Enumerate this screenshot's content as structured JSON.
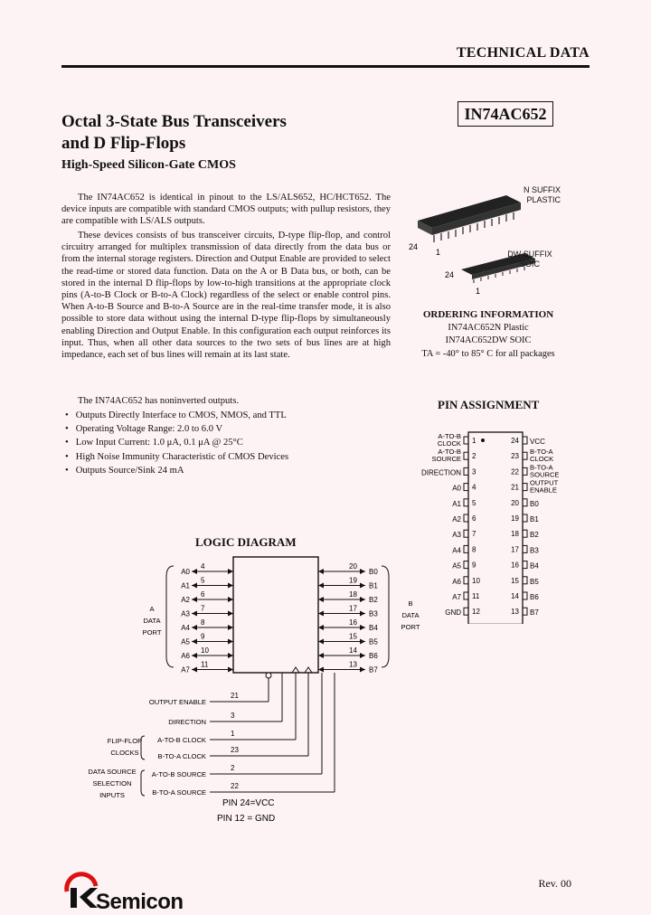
{
  "header": {
    "section_label": "TECHNICAL DATA"
  },
  "title": {
    "line1": "Octal 3-State Bus Transceivers",
    "line2": "and D Flip-Flops",
    "subtitle": "High-Speed Silicon-Gate CMOS",
    "part_number": "IN74AC652"
  },
  "description": {
    "p1": "The IN74AC652 is identical in pinout to the LS/ALS652, HC/HCT652. The device inputs are compatible with standard CMOS outputs; with pullup resistors, they are compatible with LS/ALS outputs.",
    "p2": "These devices consists of bus transceiver circuits, D-type flip-flop, and control circuitry arranged for multiplex transmission of data directly from the data bus or from the internal storage registers. Direction and Output Enable are provided to select the read-time or stored data function. Data on the A or B Data bus, or both, can be stored in the internal D flip-flops by low-to-high transitions at the appropriate clock pins (A-to-B Clock or B-to-A Clock) regardless of the select or enable control pins. When A-to-B Source and B-to-A Source are in the real-time transfer mode, it is also possible to store data without using the internal D-type flip-flops by simultaneously enabling Direction and Output Enable. In this configuration each output reinforces its input. Thus, when all other data sources to the two sets of bus lines are at high impedance, each set of bus lines will remain at its last state.",
    "p3": "The IN74AC652 has noninverted outputs."
  },
  "features": [
    "Outputs Directly Interface to CMOS, NMOS, and TTL",
    "Operating Voltage Range: 2.0 to 6.0 V",
    "Low Input Current: 1.0 μA, 0.1 μA @ 25°C",
    "High Noise Immunity Characteristic of CMOS Devices",
    "Outputs Source/Sink 24 mA"
  ],
  "packages": {
    "n_suffix_line1": "N SUFFIX",
    "n_suffix_line2": "PLASTIC",
    "dw_suffix_line1": "DW SUFFIX",
    "dw_suffix_line2": "SOIC",
    "pin24": "24",
    "pin1": "1"
  },
  "ordering": {
    "title": "ORDERING INFORMATION",
    "line1": "IN74AC652N Plastic",
    "line2": "IN74AC652DW SOIC",
    "line3": "TA = -40° to 85° C for all packages"
  },
  "pin_assignment": {
    "title": "PIN ASSIGNMENT",
    "left": [
      {
        "num": "1",
        "label": "A-TO-B CLOCK"
      },
      {
        "num": "2",
        "label": "A-TO-B SOURCE"
      },
      {
        "num": "3",
        "label": "DIRECTION"
      },
      {
        "num": "4",
        "label": "A0"
      },
      {
        "num": "5",
        "label": "A1"
      },
      {
        "num": "6",
        "label": "A2"
      },
      {
        "num": "7",
        "label": "A3"
      },
      {
        "num": "8",
        "label": "A4"
      },
      {
        "num": "9",
        "label": "A5"
      },
      {
        "num": "10",
        "label": "A6"
      },
      {
        "num": "11",
        "label": "A7"
      },
      {
        "num": "12",
        "label": "GND"
      }
    ],
    "right": [
      {
        "num": "24",
        "label": "VCC"
      },
      {
        "num": "23",
        "label": "B-TO-A CLOCK"
      },
      {
        "num": "22",
        "label": "B-TO-A SOURCE"
      },
      {
        "num": "21",
        "label": "OUTPUT ENABLE"
      },
      {
        "num": "20",
        "label": "B0"
      },
      {
        "num": "19",
        "label": "B1"
      },
      {
        "num": "18",
        "label": "B2"
      },
      {
        "num": "17",
        "label": "B3"
      },
      {
        "num": "16",
        "label": "B4"
      },
      {
        "num": "15",
        "label": "B5"
      },
      {
        "num": "14",
        "label": "B6"
      },
      {
        "num": "13",
        "label": "B7"
      }
    ]
  },
  "logic_diagram": {
    "title": "LOGIC DIAGRAM",
    "a_bus": [
      {
        "pin": "4",
        "label": "A0"
      },
      {
        "pin": "5",
        "label": "A1"
      },
      {
        "pin": "6",
        "label": "A2"
      },
      {
        "pin": "7",
        "label": "A3"
      },
      {
        "pin": "8",
        "label": "A4"
      },
      {
        "pin": "9",
        "label": "A5"
      },
      {
        "pin": "10",
        "label": "A6"
      },
      {
        "pin": "11",
        "label": "A7"
      }
    ],
    "b_bus": [
      {
        "pin": "20",
        "label": "B0"
      },
      {
        "pin": "19",
        "label": "B1"
      },
      {
        "pin": "18",
        "label": "B2"
      },
      {
        "pin": "17",
        "label": "B3"
      },
      {
        "pin": "16",
        "label": "B4"
      },
      {
        "pin": "15",
        "label": "B5"
      },
      {
        "pin": "14",
        "label": "B6"
      },
      {
        "pin": "13",
        "label": "B7"
      }
    ],
    "a_port_label": [
      "A",
      "DATA",
      "PORT"
    ],
    "b_port_label": [
      "B",
      "DATA",
      "PORT"
    ],
    "controls": [
      {
        "pin": "21",
        "label": "OUTPUT ENABLE"
      },
      {
        "pin": "3",
        "label": "DIRECTION"
      },
      {
        "pin": "1",
        "label": "A-TO-B CLOCK"
      },
      {
        "pin": "23",
        "label": "B-TO-A CLOCK"
      },
      {
        "pin": "2",
        "label": "A-TO-B SOURCE"
      },
      {
        "pin": "22",
        "label": "B-TO-A SOURCE"
      }
    ],
    "group_flipflop": [
      "FLIP-FLOP",
      "CLOCKS"
    ],
    "group_source": [
      "DATA SOURCE",
      "SELECTION",
      "INPUTS"
    ],
    "pin24_note": "PIN 24=VCC",
    "pin12_note": "PIN 12 = GND"
  },
  "footer": {
    "revision": "Rev. 00",
    "logo_text": "Semicon"
  }
}
